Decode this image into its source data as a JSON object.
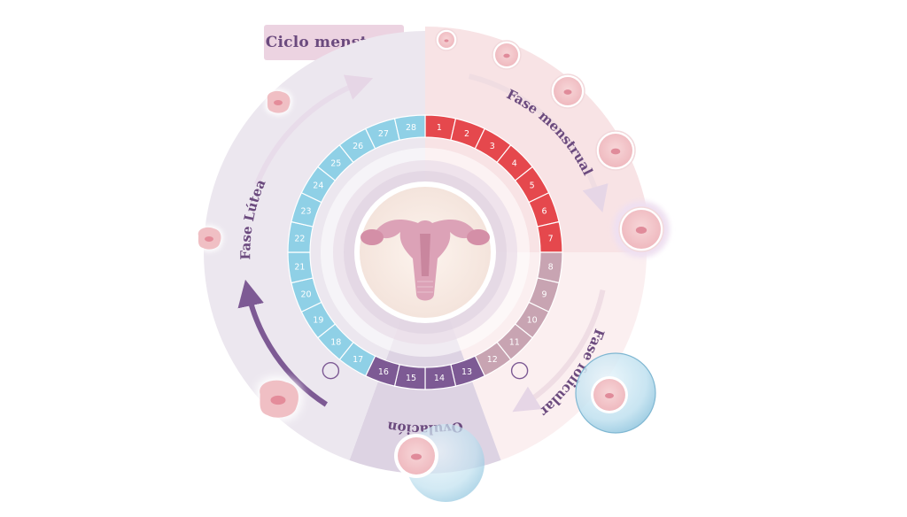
{
  "title": "Ciclo menstrual",
  "phases": {
    "menstrual": {
      "label": "Fase menstrual",
      "days": [
        "1",
        "2",
        "3",
        "4",
        "5",
        "6",
        "7"
      ],
      "color": "#e5484d",
      "bg": "#f8e3e5"
    },
    "folicular": {
      "label": "Fase folicular",
      "days": [
        "8",
        "9",
        "10",
        "11",
        "12"
      ],
      "color": "#c8a4b2",
      "bg": "#fbeff0"
    },
    "ovulacion": {
      "label": "Ovulación",
      "days": [
        "13",
        "14",
        "15",
        "16"
      ],
      "color": "#7d5a94",
      "bg": "#ddd3e3"
    },
    "lutea": {
      "label": "Fase Lútea",
      "days": [
        "17",
        "18",
        "19",
        "20",
        "21",
        "22",
        "23",
        "24",
        "25",
        "26",
        "27",
        "28"
      ],
      "color": "#8fd0e6",
      "bg": "#ece7ef"
    }
  },
  "colors": {
    "accent_text": "#6b4a7e",
    "arrow": "#7d5a94",
    "center": "#fbeee6",
    "uterus": "#d9a2b6"
  },
  "icons": [
    "uterus-icon",
    "ovum-icon",
    "follicle-icon",
    "corpus-luteum-icon"
  ]
}
